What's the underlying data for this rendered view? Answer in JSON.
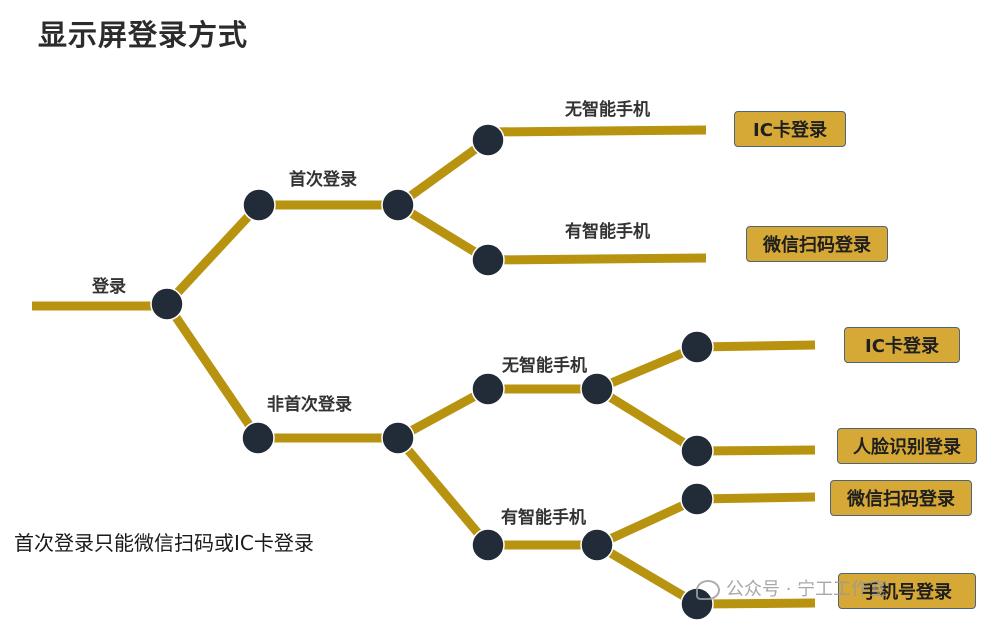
{
  "title": "显示屏登录方式",
  "note": "首次登录只能微信扫码或IC卡登录",
  "colors": {
    "branch": "#b8930f",
    "node": "#222b38",
    "box": "#d6a936",
    "box_border": "#4f6475"
  },
  "tree": {
    "root_label": "登录",
    "first": {
      "label": "首次登录",
      "no_phone": {
        "label": "无智能手机",
        "result": "IC卡登录"
      },
      "has_phone": {
        "label": "有智能手机",
        "result": "微信扫码登录"
      }
    },
    "not_first": {
      "label": "非首次登录",
      "no_phone": {
        "label": "无智能手机",
        "results": [
          "IC卡登录",
          "人脸识别登录"
        ]
      },
      "has_phone": {
        "label": "有智能手机",
        "results": [
          "微信扫码登录",
          "手机号登录"
        ]
      }
    }
  },
  "watermark": "公众号 · 宁工工作室"
}
